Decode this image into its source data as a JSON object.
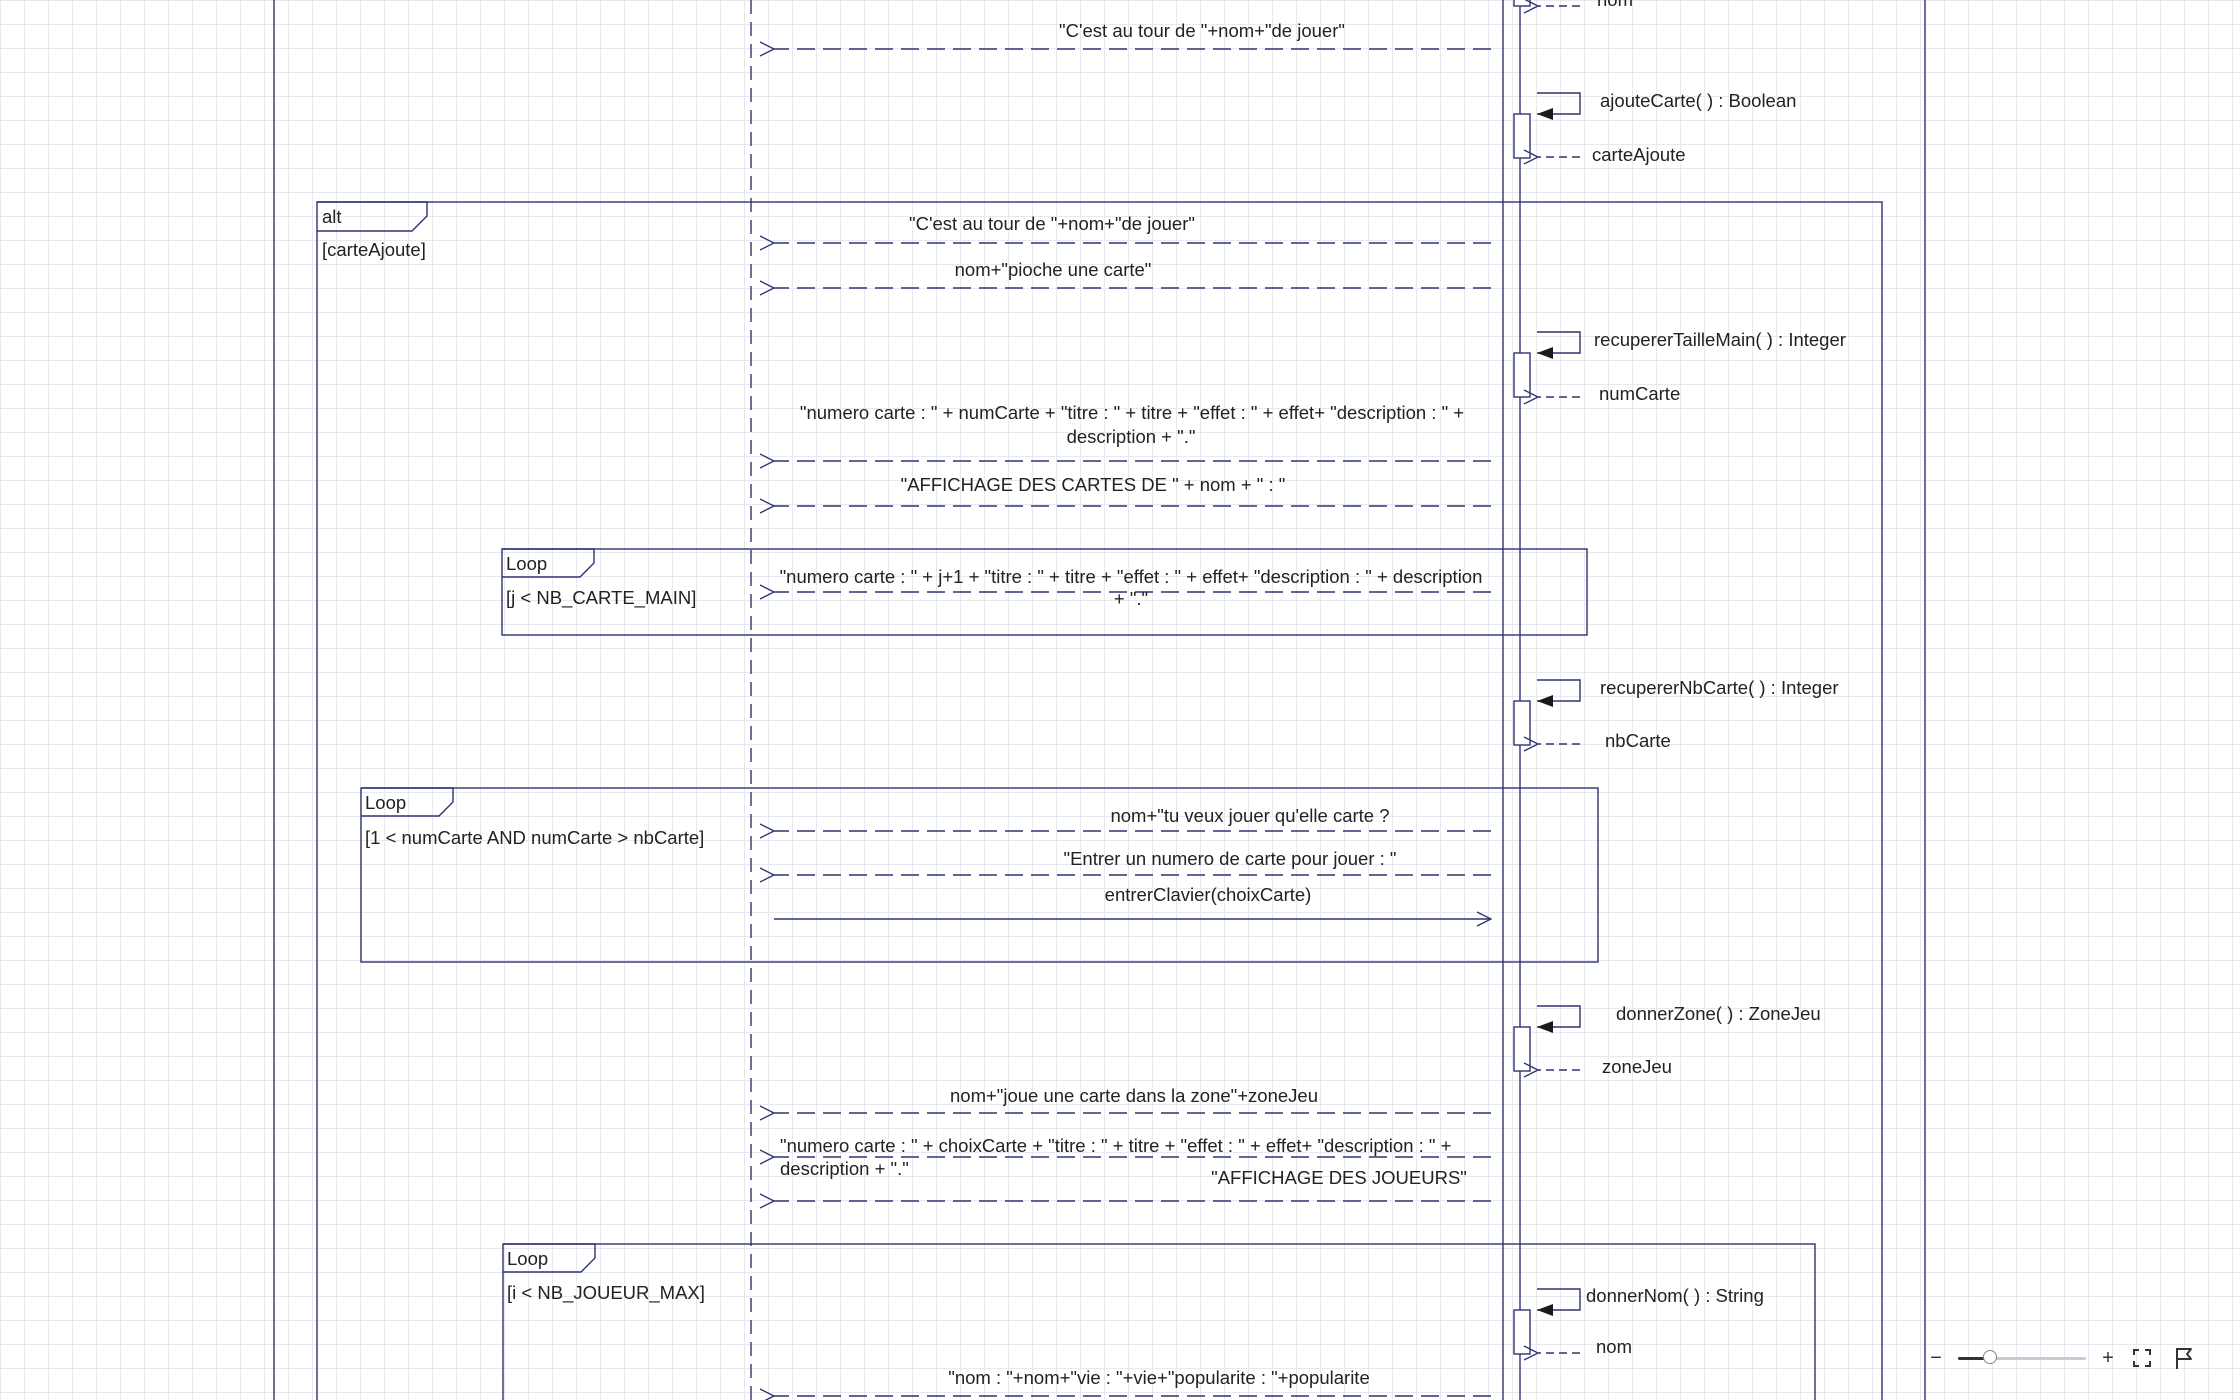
{
  "colors": {
    "line": "#2e3470",
    "text": "#222222",
    "grid": "#e6e9ef"
  },
  "fragments": {
    "alt": {
      "keyword": "alt",
      "guard": "[carteAjoute]"
    },
    "loop1": {
      "keyword": "Loop",
      "guard": "[j < NB_CARTE_MAIN]"
    },
    "loop2": {
      "keyword": "Loop",
      "guard": "[1 < numCarte AND numCarte > nbCarte]"
    },
    "loop3": {
      "keyword": "Loop",
      "guard": "[i < NB_JOUEUR_MAX]"
    }
  },
  "messages": {
    "m_nom_top": "nom",
    "m_tour1": "\"C'est au tour de \"+nom+\"de jouer\"",
    "m_ajoute": "ajouteCarte( ) : Boolean",
    "m_carteAjoute": "carteAjoute",
    "m_tour2": "\"C'est au tour de \"+nom+\"de jouer\"",
    "m_pioche": "nom+\"pioche une carte\"",
    "m_taille": "recupererTailleMain( ) : Integer",
    "m_numCarte": "numCarte",
    "m_num1_l1": "\"numero carte : \" + numCarte + \"titre : \" + titre + \"effet : \" + effet+ \"description : \" +",
    "m_num1_l2": "description + \".\"",
    "m_affichage": "\"AFFICHAGE DES CARTES DE \" + nom + \" : \"",
    "m_num2_l1": "\"numero carte : \" + j+1 + \"titre : \" + titre + \"effet : \" + effet+ \"description : \" + description",
    "m_num2_l2": "+ \".\"",
    "m_nbCarte": "recupererNbCarte( ) : Integer",
    "m_nbCarteRet": "nbCarte",
    "m_veux": "nom+\"tu veux jouer qu'elle carte ?",
    "m_entrer": "\"Entrer un numero de carte pour jouer : \"",
    "m_clavier": "entrerClavier(choixCarte)",
    "m_zone": "donnerZone( ) : ZoneJeu",
    "m_zoneRet": "zoneJeu",
    "m_joue": "nom+\"joue une carte dans la zone\"+zoneJeu",
    "m_num3_l1": "\"numero carte : \" + choixCarte + \"titre : \" + titre + \"effet : \" + effet+ \"description : \" +",
    "m_num3_l2": "description + \".\"",
    "m_afjoueurs": "\"AFFICHAGE DES JOUEURS\"",
    "m_donnerNom": "donnerNom( ) : String",
    "m_nomRet": "nom",
    "m_stats": "\"nom : \"+nom+\"vie : \"+vie+\"popularite : \"+popularite"
  },
  "zoom": {
    "level": 0.25,
    "minus": "−",
    "plus": "+"
  }
}
